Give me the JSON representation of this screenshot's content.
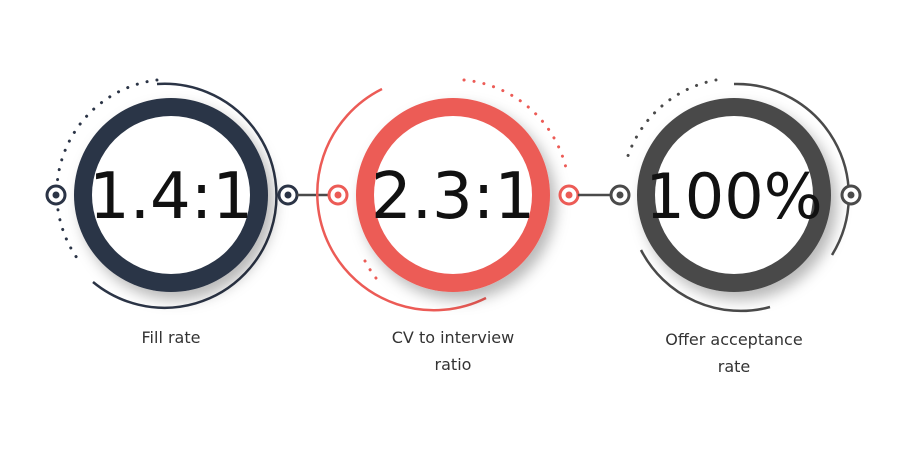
{
  "colors": {
    "navy": "#2b3446",
    "coral": "#ec5b56",
    "gray": "#4a4a4a",
    "connector_gray": "#4a4a4a",
    "text": "#111111",
    "label_text": "#333333"
  },
  "metrics": [
    {
      "value": "1.4:1",
      "label": "Fill rate",
      "color": "navy"
    },
    {
      "value": "2.3:1",
      "label": "CV to interview ratio",
      "color": "coral"
    },
    {
      "value": "100%",
      "label": "Offer acceptance rate",
      "color": "gray"
    }
  ],
  "labels": {
    "m0_line1": "Fill rate",
    "m1_line1": "CV to interview",
    "m1_line2": "ratio",
    "m2_line1": "Offer acceptance",
    "m2_line2": "rate"
  }
}
